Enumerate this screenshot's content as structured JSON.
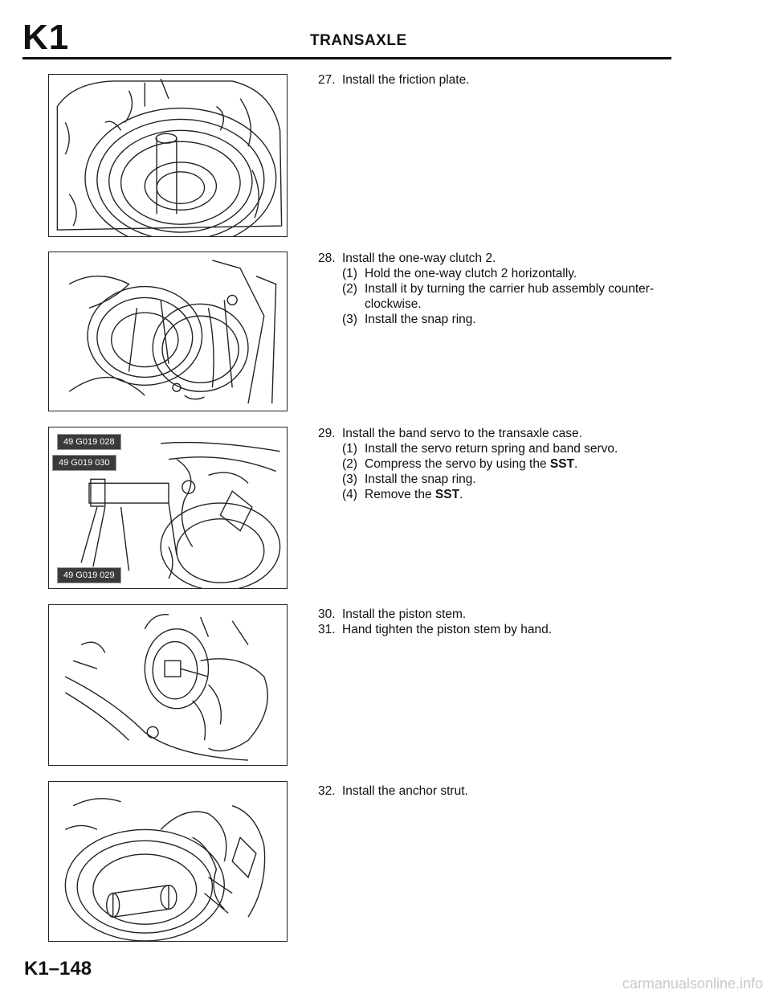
{
  "header": {
    "section_code": "K1",
    "title": "TRANSAXLE"
  },
  "figures": [
    {
      "tags": []
    },
    {
      "tags": []
    },
    {
      "tags": [
        "49 G019 028",
        "49 G019 030",
        "49 G019 029"
      ]
    },
    {
      "tags": []
    },
    {
      "tags": []
    }
  ],
  "steps": [
    {
      "number": "27.",
      "text": "Install the friction plate.",
      "substeps": []
    },
    {
      "number": "28.",
      "text": "Install the one-way clutch 2.",
      "substeps": [
        {
          "number": "(1)",
          "text": "Hold the one-way clutch 2 horizontally."
        },
        {
          "number": "(2)",
          "text": "Install it by turning the carrier hub assembly counter-",
          "continuation": "clockwise."
        },
        {
          "number": "(3)",
          "text": "Install the snap ring."
        }
      ]
    },
    {
      "number": "29.",
      "text": "Install the band servo to the transaxle case.",
      "substeps": [
        {
          "number": "(1)",
          "text": "Install the servo return spring and band servo."
        },
        {
          "number": "(2)",
          "text": "Compress the servo by using the ",
          "bold": "SST",
          "tail": "."
        },
        {
          "number": "(3)",
          "text": "Install the snap ring."
        },
        {
          "number": "(4)",
          "text": "Remove the ",
          "bold": "SST",
          "tail": "."
        }
      ]
    },
    {
      "number": "30.",
      "text": "Install the piston stem.",
      "substeps": []
    },
    {
      "number": "31.",
      "text": "Hand tighten the piston stem by hand.",
      "substeps": []
    },
    {
      "number": "32.",
      "text": "Install the anchor strut.",
      "substeps": []
    }
  ],
  "footer": {
    "page_number": "K1–148",
    "watermark": "carmanualsonline.info"
  }
}
